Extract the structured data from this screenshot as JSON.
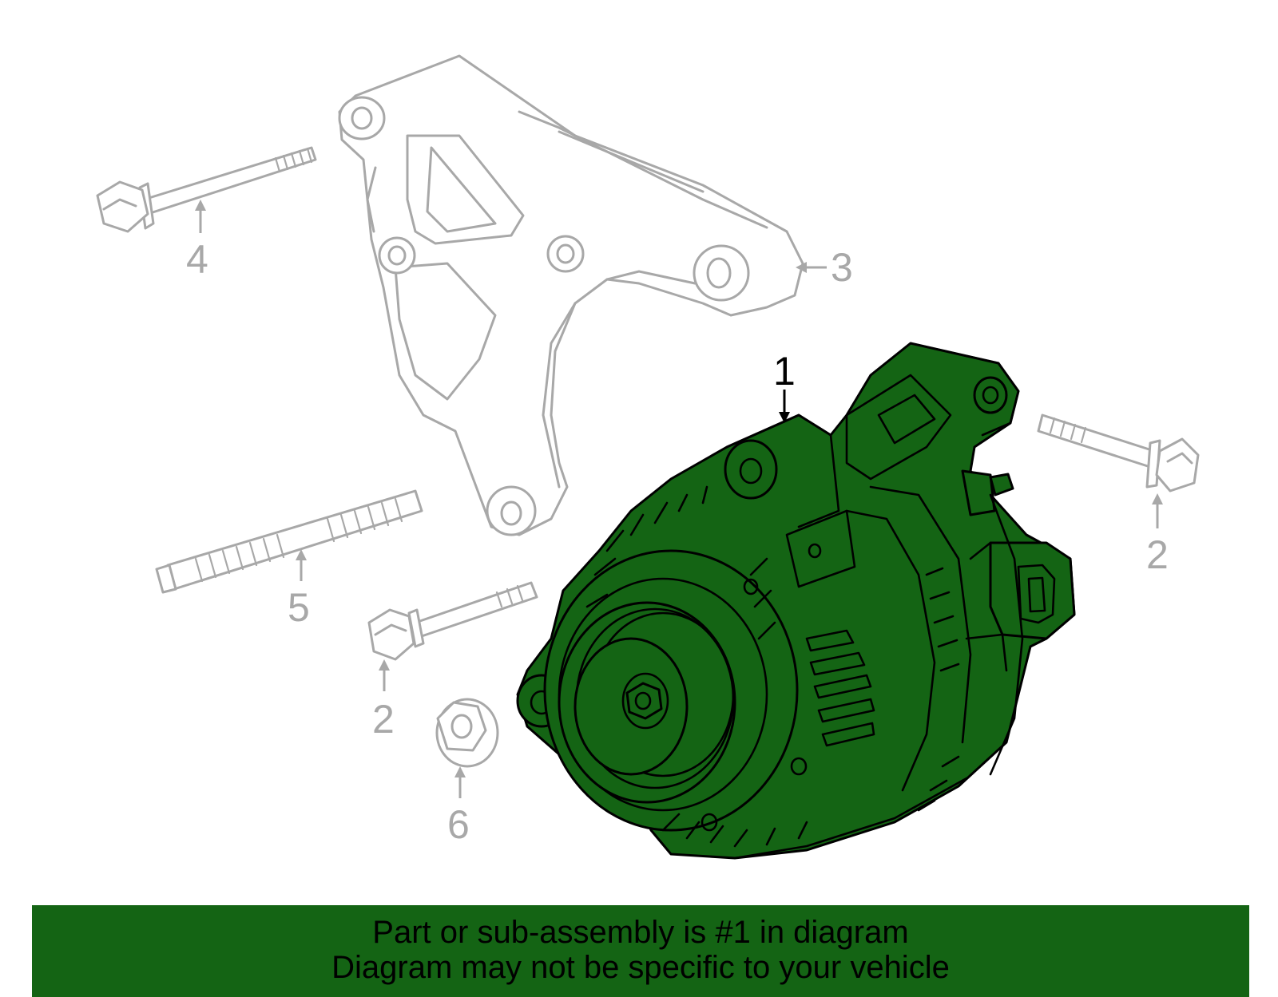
{
  "diagram": {
    "callouts": [
      {
        "id": "alternator",
        "number": "1",
        "highlighted": true
      },
      {
        "id": "bolt-right",
        "number": "2",
        "highlighted": false
      },
      {
        "id": "bolt-lower",
        "number": "2",
        "highlighted": false
      },
      {
        "id": "bracket",
        "number": "3",
        "highlighted": false
      },
      {
        "id": "bolt-long",
        "number": "4",
        "highlighted": false
      },
      {
        "id": "stud",
        "number": "5",
        "highlighted": false
      },
      {
        "id": "nut",
        "number": "6",
        "highlighted": false
      }
    ],
    "colors": {
      "highlight": "#146414",
      "inactive_part": "#a8a8a8",
      "outline": "#000000"
    }
  },
  "banner": {
    "line1": "Part or sub-assembly is #1 in diagram",
    "line2": "Diagram may not be specific to your vehicle"
  }
}
